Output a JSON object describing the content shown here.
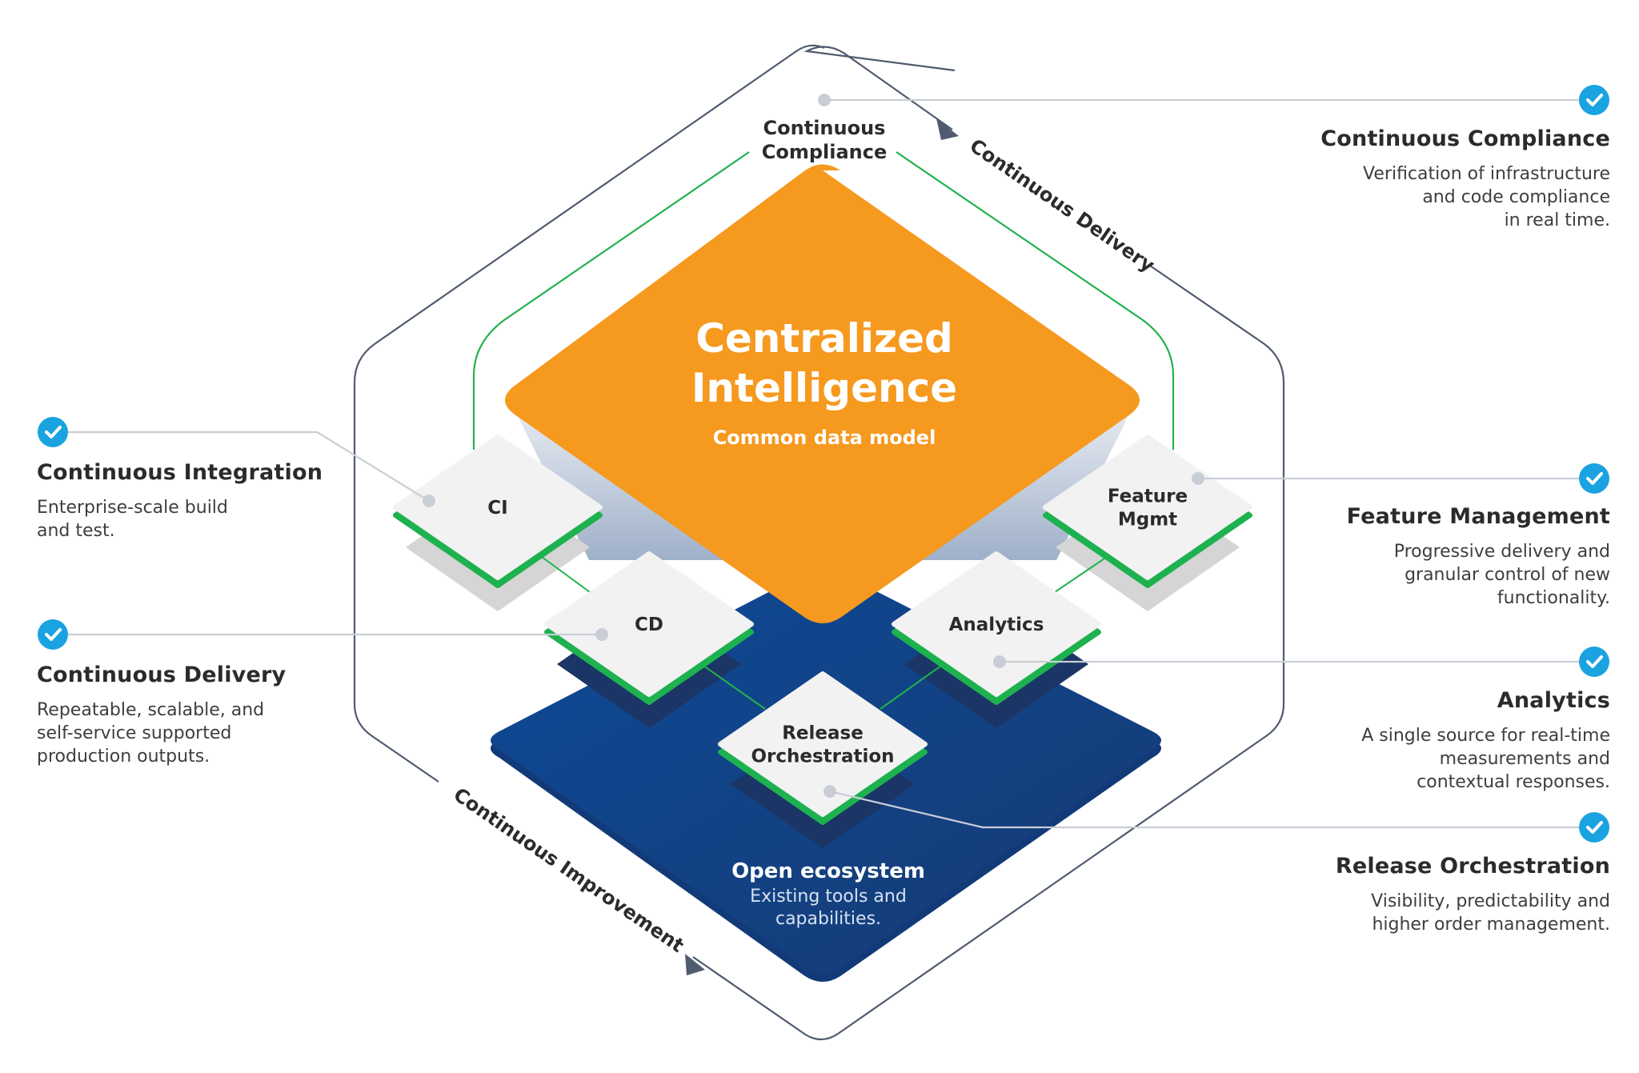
{
  "colors": {
    "accent_blue": "#1aa3e0",
    "core_orange": "#f6991f",
    "base_navy": "#0f3f86",
    "green_edge": "#1eb14f",
    "hex_outline": "#4f5b6e",
    "connector_gray": "#c9ced6"
  },
  "core": {
    "title_line1": "Centralized",
    "title_line2": "Intelligence",
    "subtitle": "Common data model"
  },
  "base": {
    "title": "Open ecosystem",
    "desc_line1": "Existing tools and",
    "desc_line2": "capabilities."
  },
  "ring_labels": {
    "compliance_line1": "Continuous",
    "compliance_line2": "Compliance",
    "delivery": "Continuous Delivery",
    "improvement": "Continuous Improvement"
  },
  "tiles": {
    "ci": "CI",
    "cd": "CD",
    "feature_line1": "Feature",
    "feature_line2": "Mgmt",
    "analytics": "Analytics",
    "release_line1": "Release",
    "release_line2": "Orchestration"
  },
  "callouts": {
    "compliance": {
      "icon": "check-circle-icon",
      "title": "Continuous Compliance",
      "desc": [
        "Verification of infrastructure",
        "and code compliance",
        "in real time."
      ]
    },
    "integration": {
      "icon": "check-circle-icon",
      "title": "Continuous Integration",
      "desc": [
        "Enterprise-scale build",
        "and test."
      ]
    },
    "delivery": {
      "icon": "check-circle-icon",
      "title": "Continuous Delivery",
      "desc": [
        "Repeatable, scalable, and",
        "self-service supported",
        "production outputs."
      ]
    },
    "feature": {
      "icon": "check-circle-icon",
      "title": "Feature Management",
      "desc": [
        "Progressive delivery and",
        "granular control of new",
        "functionality."
      ]
    },
    "analytics": {
      "icon": "check-circle-icon",
      "title": "Analytics",
      "desc": [
        "A single source for real-time",
        "measurements and",
        "contextual responses."
      ]
    },
    "release": {
      "icon": "check-circle-icon",
      "title": "Release Orchestration",
      "desc": [
        "Visibility, predictability and",
        "higher order management."
      ]
    }
  }
}
